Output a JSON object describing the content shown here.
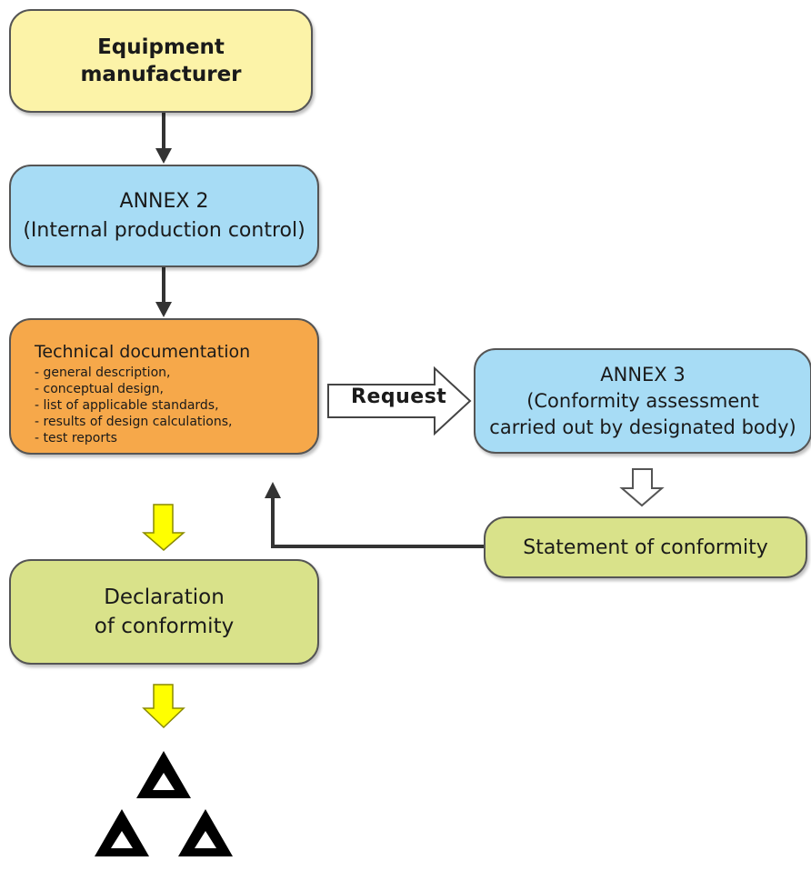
{
  "boxes": {
    "manufacturer": {
      "line1": "Equipment",
      "line2": "manufacturer"
    },
    "annex2": {
      "line1": "ANNEX 2",
      "line2": "(Internal production control)"
    },
    "technical_documentation": {
      "title": "Technical documentation",
      "items": [
        "- general description,",
        "- conceptual design,",
        "- list of applicable standards,",
        "- results of design calculations,",
        "- test reports"
      ]
    },
    "annex3": {
      "line1": "ANNEX 3",
      "line2": "(Conformity assessment",
      "line3": "carried out by designated body)"
    },
    "statement": {
      "label": "Statement of conformity"
    },
    "declaration": {
      "line1": "Declaration",
      "line2": "of conformity"
    }
  },
  "request_arrow": {
    "label": "Request"
  },
  "colors": {
    "manufacturer": "#fcf3a8",
    "annex": "#a7dcf5",
    "technical_documentation": "#f6a84a",
    "conformity": "#d9e28a",
    "highlight_arrow": "#ffff00",
    "connector": "#333333"
  },
  "icons": {
    "conformity_mark": "triangle-mark-icon",
    "flow_arrows": [
      "arrow-down-icon",
      "yellow-arrow-down-icon",
      "hollow-arrow-down-icon",
      "hollow-arrow-right-icon"
    ]
  }
}
